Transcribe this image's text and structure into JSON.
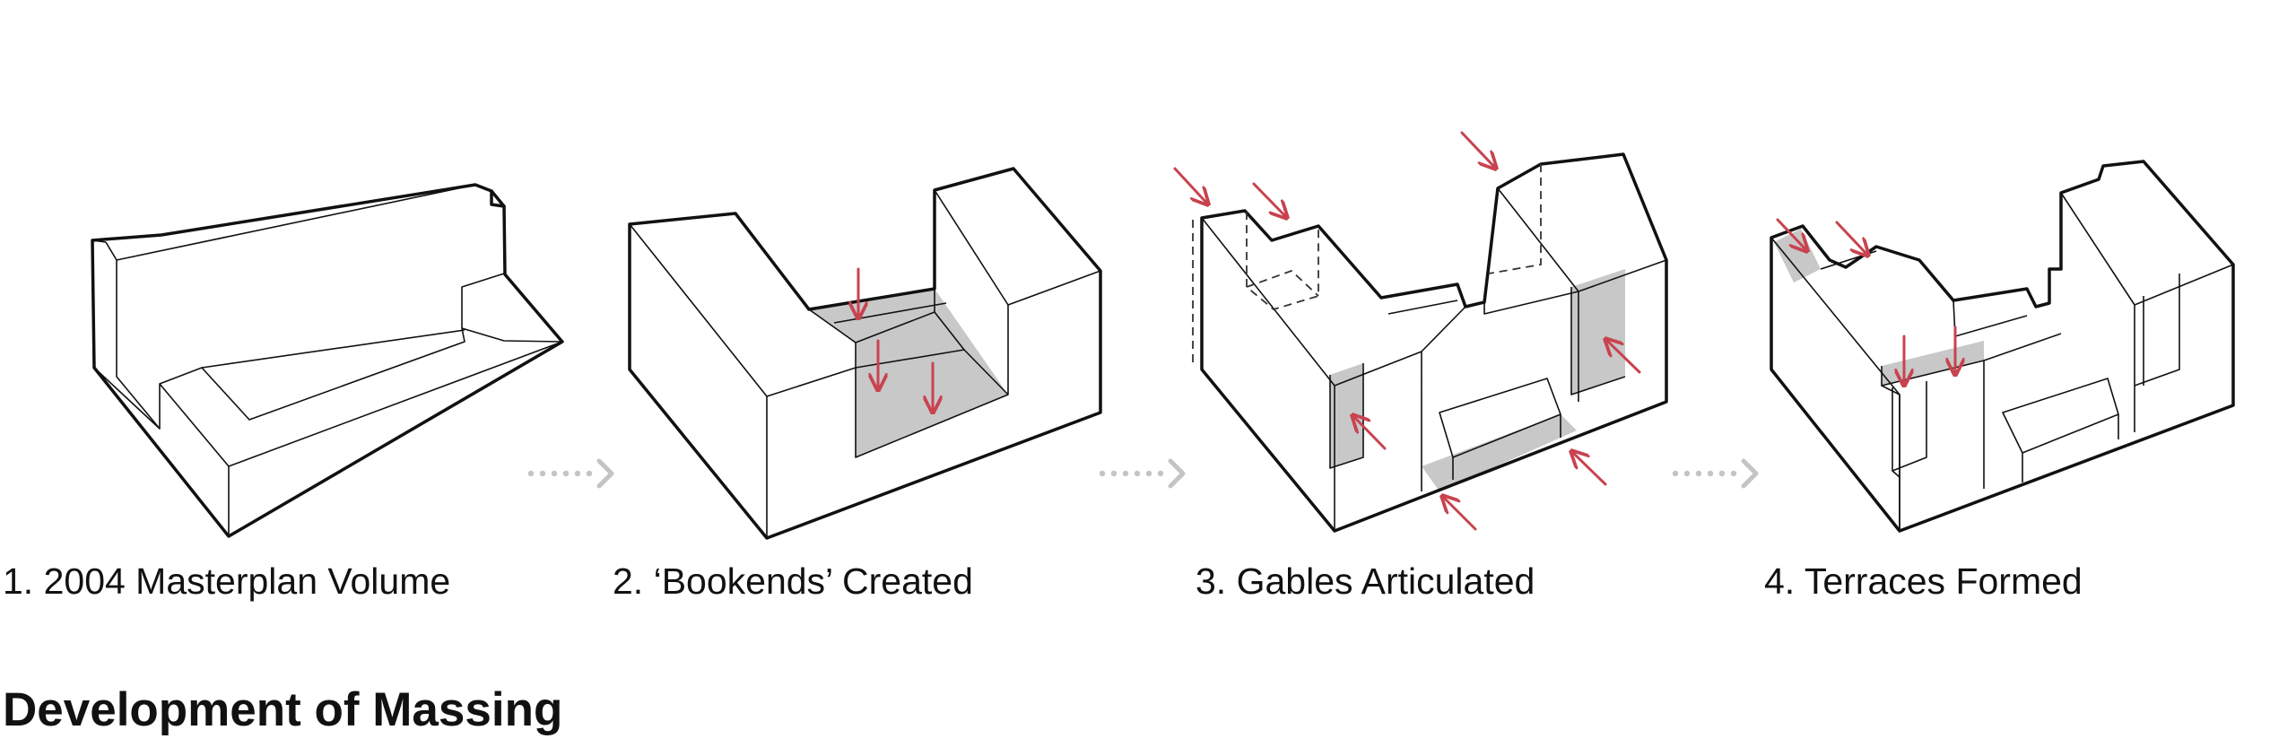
{
  "colors": {
    "background": "#ffffff",
    "line": "#111111",
    "arrow": "#c8434f",
    "shade": "#c8c8c8",
    "connector": "#c4c4c4"
  },
  "steps": [
    {
      "label": "1. 2004 Masterplan Volume"
    },
    {
      "label": "2. ‘Bookends’ Created"
    },
    {
      "label": "3. Gables Articulated"
    },
    {
      "label": "4. Terraces Formed"
    }
  ],
  "title": "Development of Massing",
  "icons": [
    "arrow-down-icon",
    "arrow-diagonal-icon",
    "dotted-chevron-icon"
  ]
}
